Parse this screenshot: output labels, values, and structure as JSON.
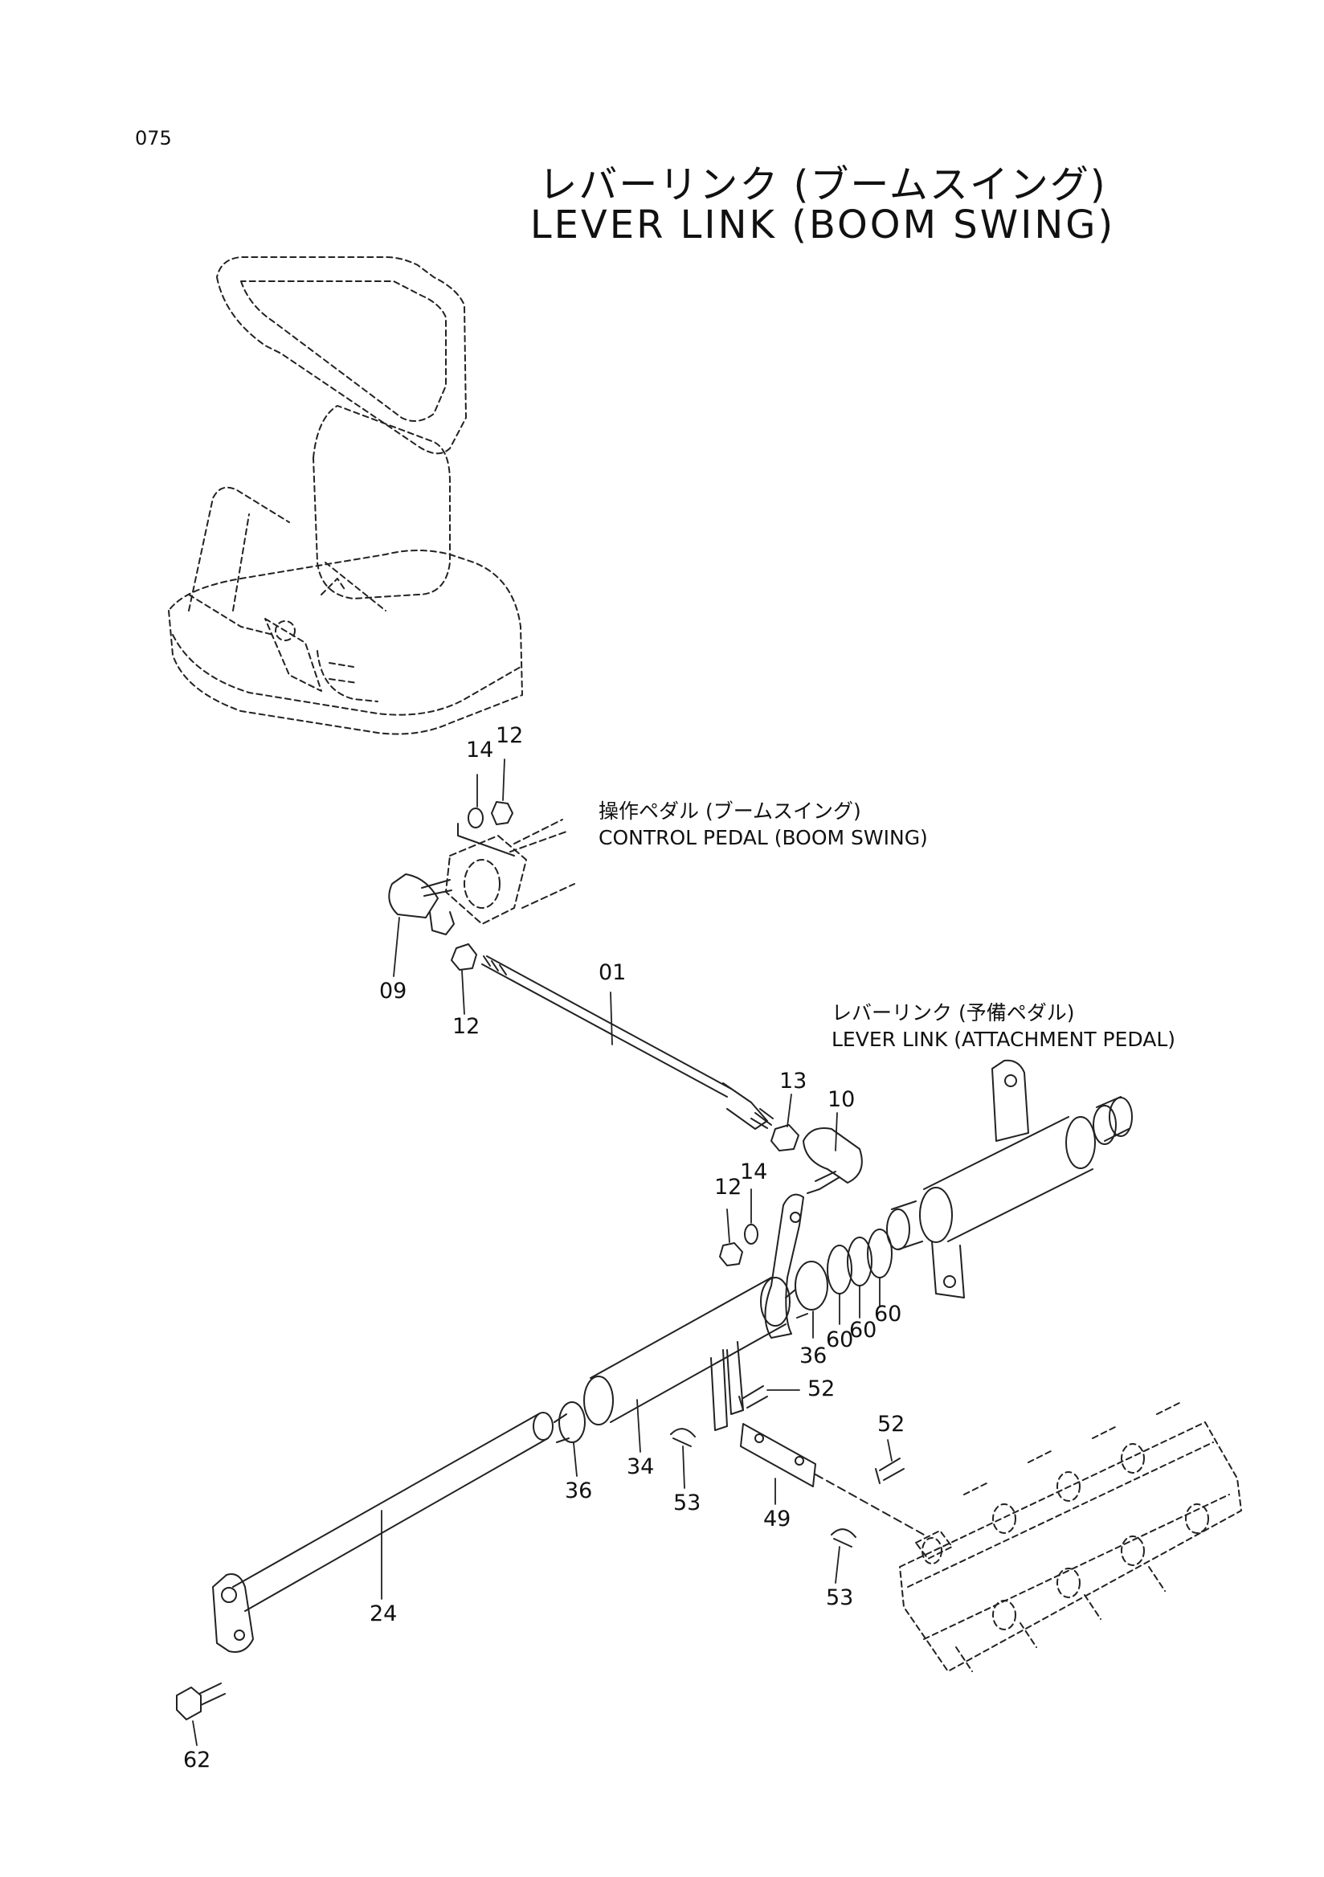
{
  "page_number": "075",
  "title_jp": "レバーリンク (ブームスイング)",
  "title_en": "LEVER LINK (BOOM SWING)",
  "notes": {
    "control_pedal_jp": "操作ペダル (ブームスイング)",
    "control_pedal_en": "CONTROL PEDAL (BOOM SWING)",
    "attachment_jp": "レバーリンク (予備ペダル)",
    "attachment_en": "LEVER LINK (ATTACHMENT PEDAL)"
  },
  "callouts": {
    "c14a": "14",
    "c12a": "12",
    "c09": "09",
    "c12b": "12",
    "c01": "01",
    "c13": "13",
    "c10": "10",
    "c12c": "12",
    "c14b": "14",
    "c36a": "36",
    "c60a": "60",
    "c60b": "60",
    "c60c": "60",
    "c52a": "52",
    "c52b": "52",
    "c34": "34",
    "c36b": "36",
    "c53a": "53",
    "c49": "49",
    "c53b": "53",
    "c24": "24",
    "c62": "62"
  }
}
